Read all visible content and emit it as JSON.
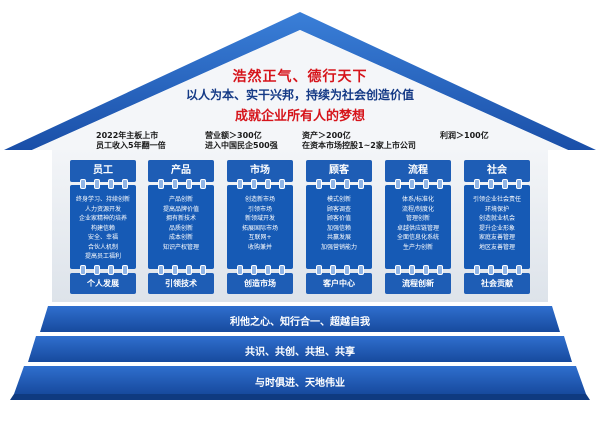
{
  "roof": {
    "slogan_line1": "浩然正气、德行天下",
    "slogan_line2": "以人为本、实干兴邦，持续为社会创造价值",
    "slogan_line3": "成就企业所有人的梦想"
  },
  "goals": [
    {
      "line1": "2022年主板上市",
      "line2": "员工收入5年翻一倍"
    },
    {
      "line1": "营业额＞300亿",
      "line2": "进入中国民企500强"
    },
    {
      "line1": "资产＞200亿",
      "line2": "在资本市场控股1~2家上市公司"
    },
    {
      "line1": "利润＞100亿",
      "line2": ""
    }
  ],
  "pillars": [
    {
      "title": "员工",
      "items": [
        "终身学习、持续创新",
        "人力资源开发",
        "企业家精神的培养",
        "构建信赖",
        "安全、幸福",
        "合伙人机制",
        "提高员工福利"
      ],
      "footer": "个人发展"
    },
    {
      "title": "产品",
      "items": [
        "产品创新",
        "提高品牌价值",
        "拥有新技术",
        "品质创新",
        "成本创新",
        "知识产权管理"
      ],
      "footer": "引领技术"
    },
    {
      "title": "市场",
      "items": [
        "创造新市场",
        "引领市场",
        "新领域开发",
        "拓展国际市场",
        "互联网+",
        "收购兼并"
      ],
      "footer": "创造市场"
    },
    {
      "title": "顾客",
      "items": [
        "模式创新",
        "顾客调查",
        "顾客价值",
        "加强信赖",
        "共赢发展",
        "加强营销能力"
      ],
      "footer": "客户中心"
    },
    {
      "title": "流程",
      "items": [
        "体系/标准化",
        "流程/制度化",
        "管理创新",
        "卓越供应链管理",
        "全面信息化系统",
        "生产力创新"
      ],
      "footer": "流程创新"
    },
    {
      "title": "社会",
      "items": [
        "引领企业社会责任",
        "环境保护",
        "创造就业机会",
        "提升企业形象",
        "家庭友善管理",
        "地区友善管理"
      ],
      "footer": "社会贡献"
    }
  ],
  "base": {
    "step1": "利他之心、知行合一、超越自我",
    "step2": "共识、共创、共担、共享",
    "step3": "与时俱进、天地伟业"
  },
  "colors": {
    "roof": "#1c5cb8",
    "pillar": "#1e5db5",
    "red": "#d6141b",
    "navy": "#153a86"
  }
}
